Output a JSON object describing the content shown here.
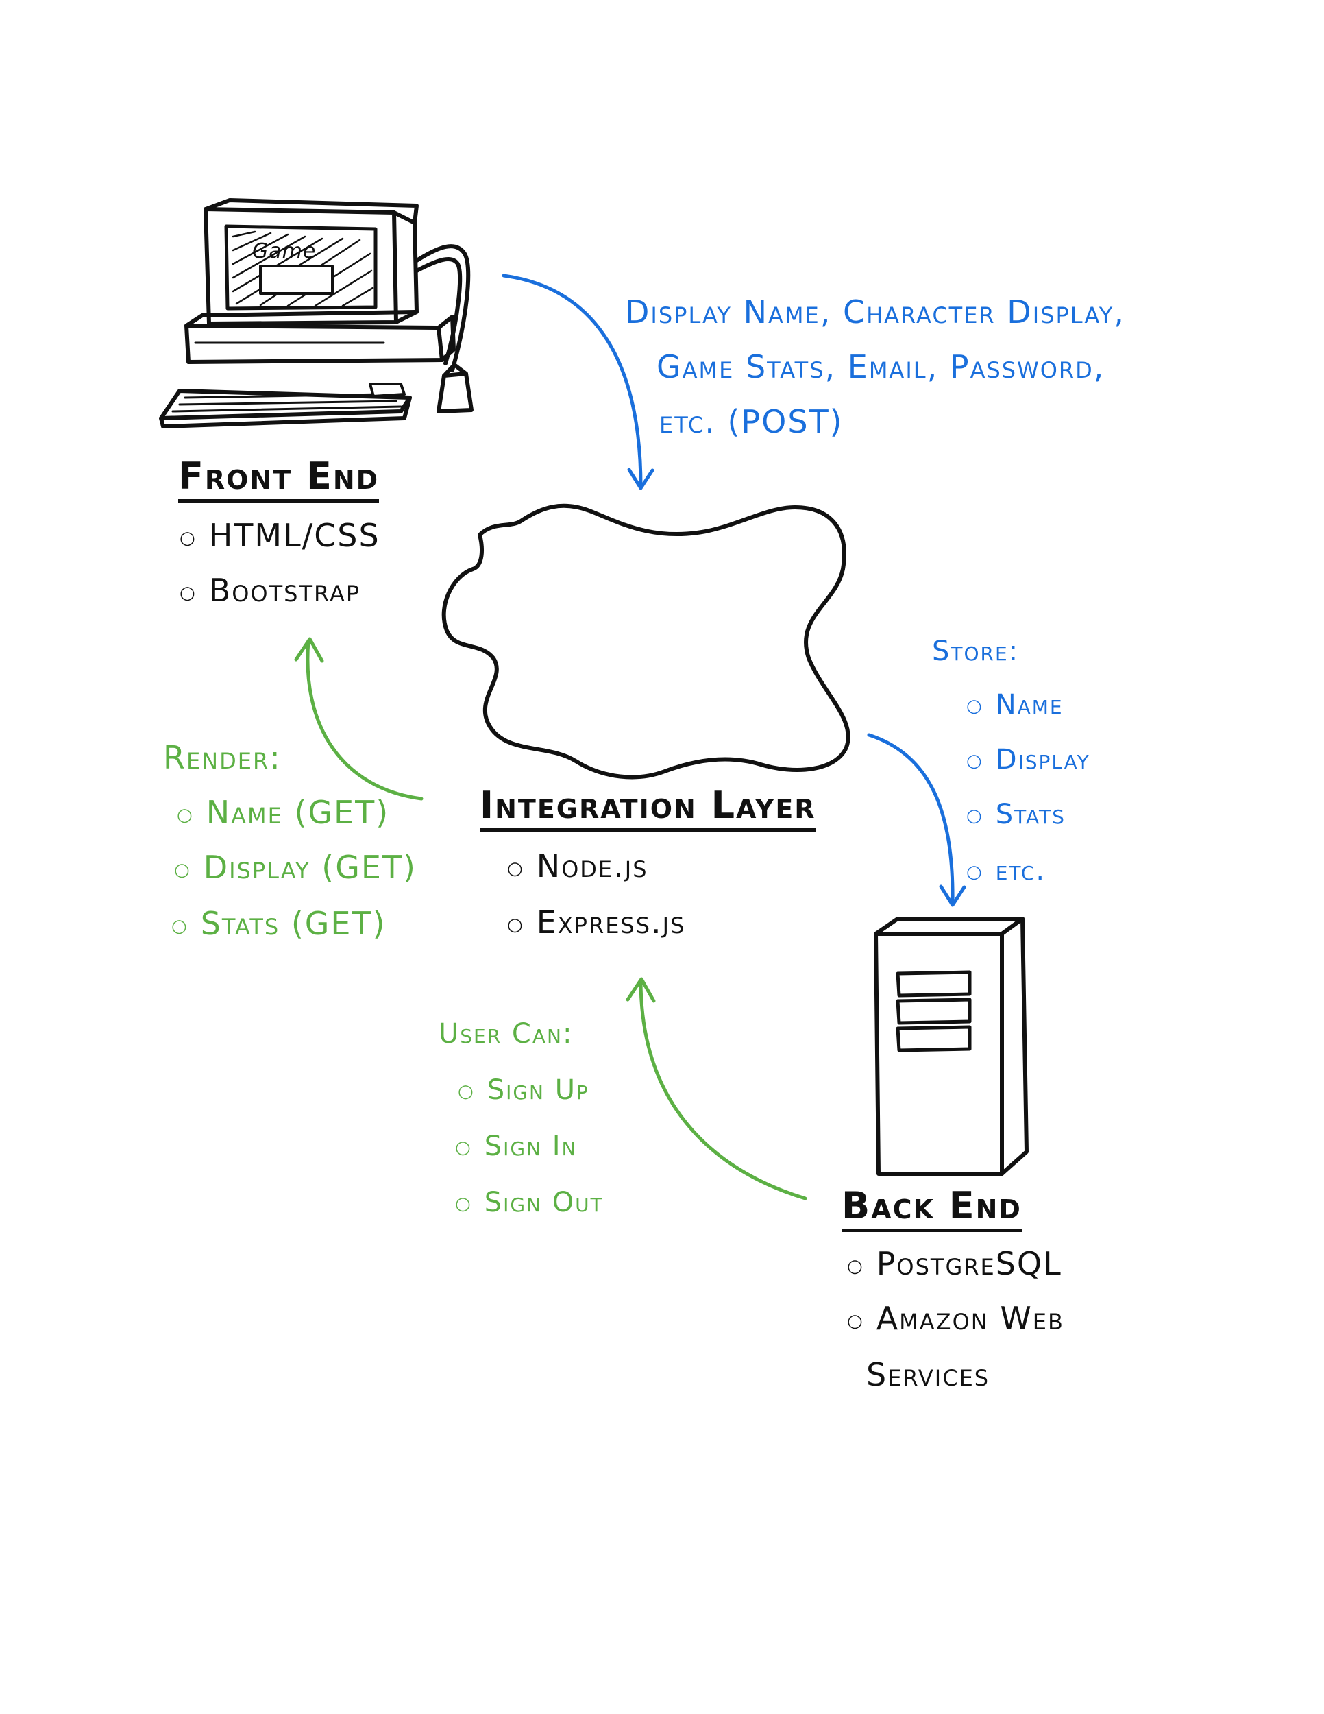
{
  "colors": {
    "ink": "#111111",
    "blue": "#1a6fdc",
    "green": "#5cb044"
  },
  "computer": {
    "screen_text": "Game",
    "icon": "computer-icon"
  },
  "server": {
    "icon": "server-icon"
  },
  "cloud": {
    "icon": "cloud-icon"
  },
  "front_end": {
    "title": "Front End",
    "items": [
      "HTML/CSS",
      "Bootstrap"
    ]
  },
  "integration_layer": {
    "title": "Integration Layer",
    "items": [
      "Node.js",
      "Express.js"
    ]
  },
  "back_end": {
    "title": "Back End",
    "items": [
      "PostgreSQL",
      "Amazon Web",
      "Services"
    ]
  },
  "post_note": {
    "lines": [
      "Display Name, Character Display,",
      "Game Stats, Email, Password,",
      "etc. (POST)"
    ]
  },
  "store_note": {
    "title": "Store:",
    "items": [
      "Name",
      "Display",
      "Stats",
      "etc."
    ]
  },
  "render_note": {
    "title": "Render:",
    "items": [
      "Name (GET)",
      "Display (GET)",
      "Stats (GET)"
    ]
  },
  "user_note": {
    "title": "User Can:",
    "items": [
      "Sign Up",
      "Sign In",
      "Sign Out"
    ]
  }
}
